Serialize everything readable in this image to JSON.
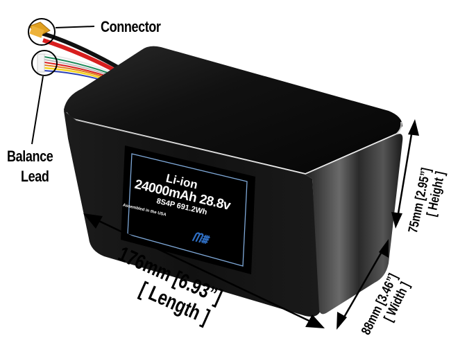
{
  "product": {
    "chemistry": "Li-ion",
    "capacity_voltage": "24000mAh 28.8v",
    "config_energy": "8S4P 691.2Wh",
    "assembled_text": "Assembled in the USA",
    "logo": "MA-logo"
  },
  "callouts": {
    "connector": "Connector",
    "balance_line1": "Balance",
    "balance_line2": "Lead"
  },
  "dimensions": {
    "length_line1": "176mm [6.93”]",
    "length_line2": "[ Length ]",
    "width_line1": "88mm [3.46”]",
    "width_line2": "[ Width ]",
    "height_line1": "75mm [2.95”]",
    "height_line2": "[ Height ]"
  },
  "colors": {
    "battery_body": "#0b0b0b",
    "label_border": "#7fa9d9",
    "logo_blue": "#2f6fc4",
    "connector_yellow": "#e0a020",
    "usa_red": "#d8222a",
    "usa_blue": "#1f4fa0"
  }
}
